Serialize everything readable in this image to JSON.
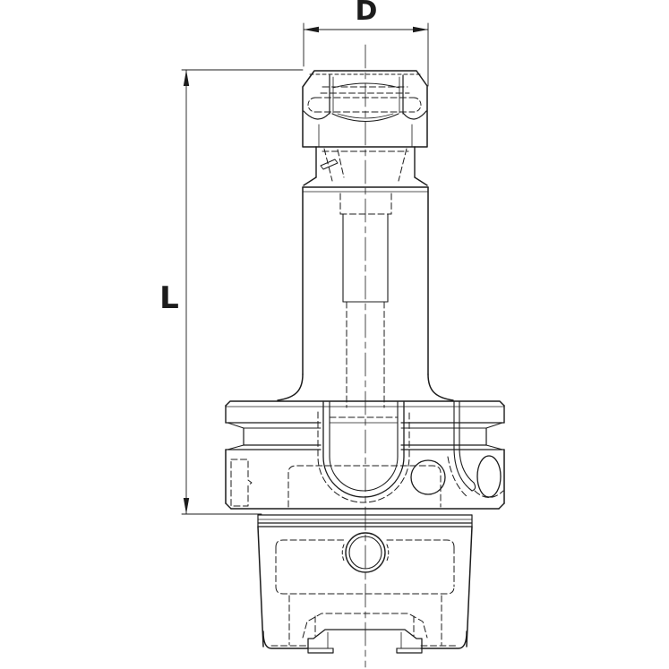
{
  "canvas": {
    "background": "#ffffff",
    "line_color": "#1c1c1c"
  },
  "dimensions": {
    "d_label": "D",
    "l_label": "L"
  },
  "parts": [
    "collet-nut",
    "clamping-neck",
    "cylindrical-body",
    "gripper-flange-with-v-groove",
    "hollow-taper-shank"
  ]
}
